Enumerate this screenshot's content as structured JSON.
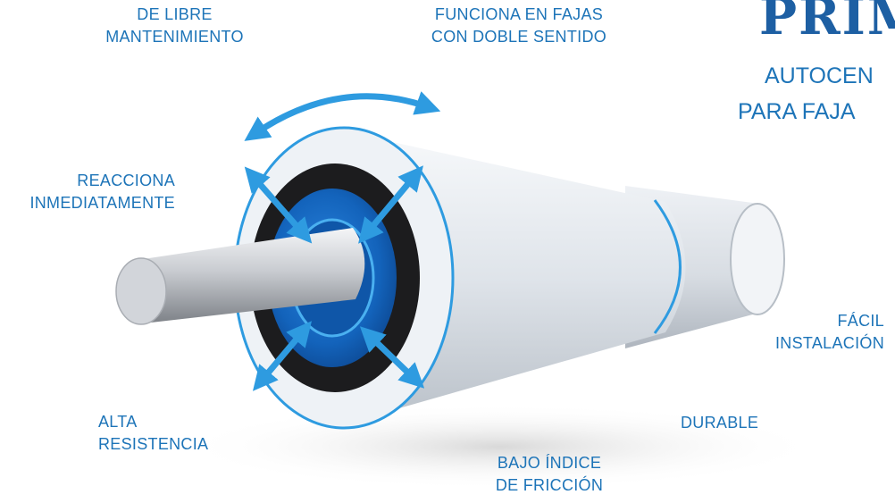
{
  "brand": {
    "logo_text": "PRIM"
  },
  "tagline": {
    "line1": "AUTOCEN",
    "line2": "PARA FAJA"
  },
  "features": {
    "libre_mantenimiento": {
      "line1": "DE LIBRE",
      "line2": "MANTENIMIENTO"
    },
    "doble_sentido": {
      "line1": "FUNCIONA EN FAJAS",
      "line2": "CON DOBLE SENTIDO"
    },
    "reacciona": {
      "line1": "REACCIONA",
      "line2": "INMEDIATAMENTE"
    },
    "facil_instalacion": {
      "line1": "FÁCIL",
      "line2": "INSTALACIÓN"
    },
    "alta_resistencia": {
      "line1": "ALTA",
      "line2": "RESISTENCIA"
    },
    "durable": {
      "line1": "DURABLE"
    },
    "bajo_friccion": {
      "line1": "BAJO ÍNDICE",
      "line2": "DE FRICCIÓN"
    }
  },
  "colors": {
    "accent_text": "#1d74b8",
    "arrow_blue": "#2e9be0",
    "rubber_black": "#1c1c1e",
    "inner_blue": "#1466c0",
    "sleeve_white": "#e9edf3"
  },
  "icons": [
    "rotation-arrow-icon",
    "radial-arrow-icon"
  ]
}
